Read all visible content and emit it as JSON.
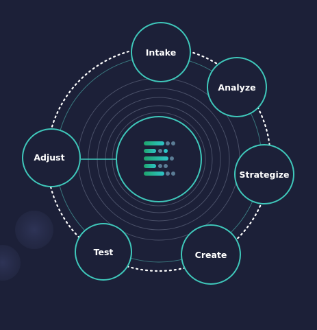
{
  "diagram": {
    "steps": [
      {
        "id": "intake",
        "label": "Intake"
      },
      {
        "id": "analyze",
        "label": "Analyze"
      },
      {
        "id": "strategize",
        "label": "Strategize"
      },
      {
        "id": "create",
        "label": "Create"
      },
      {
        "id": "test",
        "label": "Test"
      },
      {
        "id": "adjust",
        "label": "Adjust"
      }
    ],
    "center_logo": "list-lines-logo"
  },
  "colors": {
    "background": "#1c2038",
    "node_fill": "#1c2038",
    "node_stroke": "#3fc8bb",
    "dotted_ring": "#ffffff",
    "inner_rings": "#4a5068",
    "logo_gradient_start": "#1fa56c",
    "logo_gradient_end": "#2ec4c8",
    "logo_dot": "#5b7c95",
    "bubble": "#2a2f4e"
  }
}
